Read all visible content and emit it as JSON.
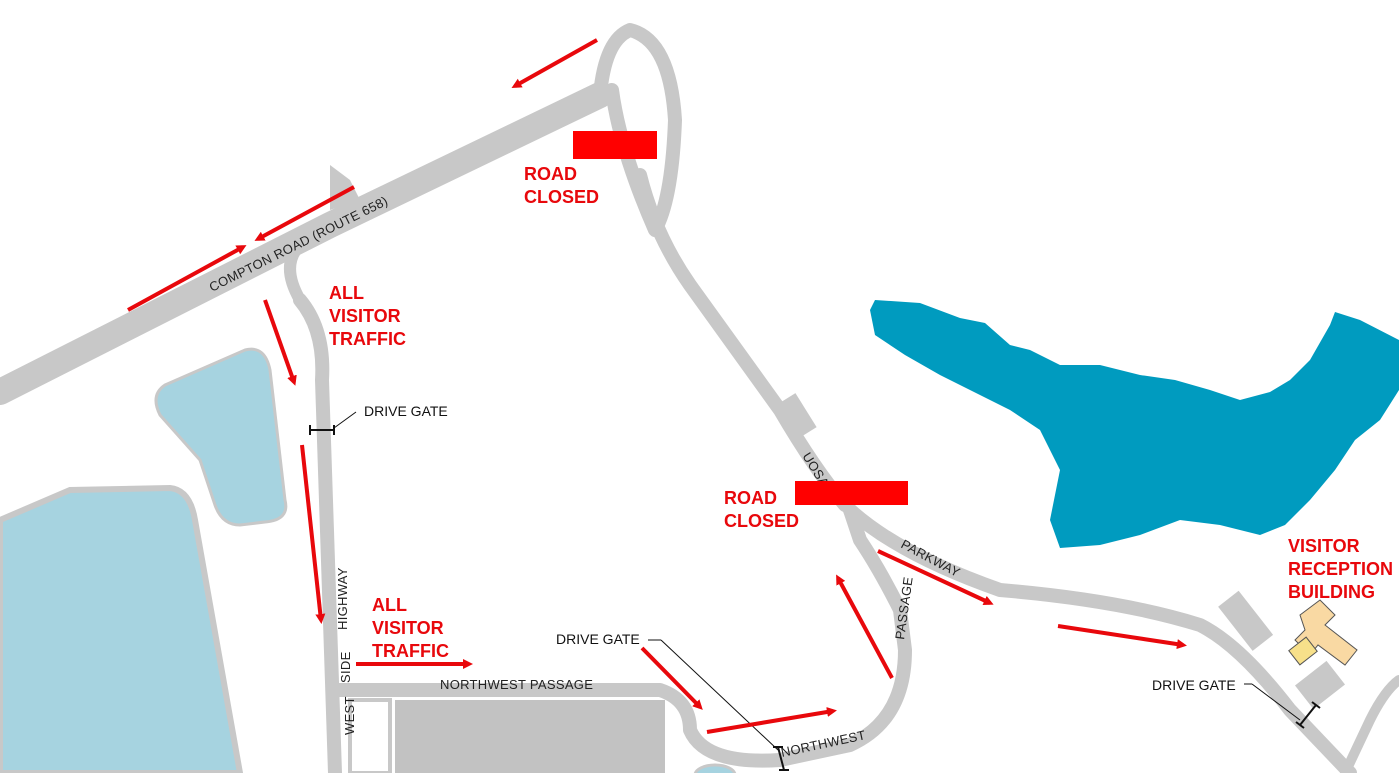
{
  "roads": {
    "compton_road": "COMPTON ROAD (ROUTE 658)",
    "west_side_highway_1": "WEST",
    "west_side_highway_2": "SIDE",
    "west_side_highway_3": "HIGHWAY",
    "northwest_passage_top": "NORTHWEST  PASSAGE",
    "northwest_bottom": "NORTHWEST",
    "passage_vertical": "PASSAGE",
    "uosa": "UOSA",
    "parkway": "PARKWAY"
  },
  "gates": {
    "gate_1": "DRIVE GATE",
    "gate_2": "DRIVE GATE",
    "gate_3": "DRIVE GATE"
  },
  "notes": {
    "road_closed_1_line1": "ROAD",
    "road_closed_1_line2": "CLOSED",
    "road_closed_2_line1": "ROAD",
    "road_closed_2_line2": "CLOSED",
    "visitor_traffic_1_line1": "ALL",
    "visitor_traffic_1_line2": "VISITOR",
    "visitor_traffic_1_line3": "TRAFFIC",
    "visitor_traffic_2_line1": "ALL",
    "visitor_traffic_2_line2": "VISITOR",
    "visitor_traffic_2_line3": "TRAFFIC",
    "reception_line1": "VISITOR",
    "reception_line2": "RECEPTION",
    "reception_line3": "BUILDING"
  },
  "colors": {
    "road": "#c8c8c8",
    "pond": "#a6d3e0",
    "lake": "#009bbf",
    "arrow": "#e8080c",
    "closure": "#ff0000",
    "building": "#f9d9a3",
    "building_alt": "#f7e08a",
    "parking": "#c2c2c2"
  },
  "icons": {
    "arrow": "red-direction-arrow",
    "gate": "drive-gate-icon",
    "closure": "road-closure-bar"
  }
}
